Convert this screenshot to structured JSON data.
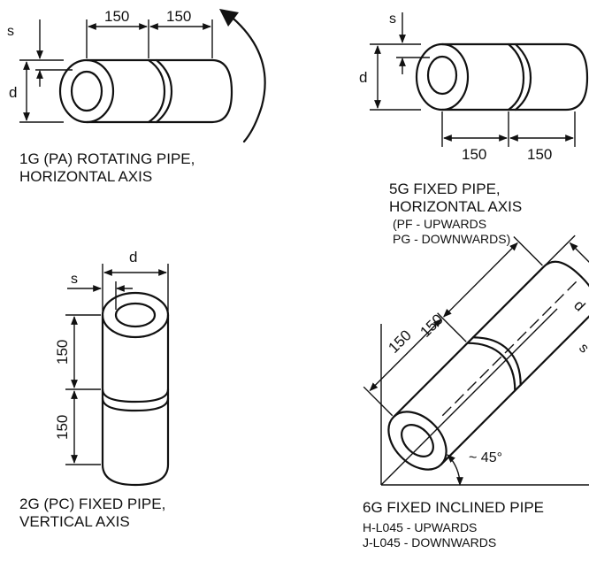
{
  "diagrams": {
    "g1": {
      "dim_s": "s",
      "dim_d": "d",
      "dim_left": "150",
      "dim_right": "150",
      "caption_line1": "1G (PA) ROTATING PIPE,",
      "caption_line2": "HORIZONTAL AXIS"
    },
    "g5": {
      "dim_s": "s",
      "dim_d": "d",
      "dim_left": "150",
      "dim_right": "150",
      "caption_line1": "5G FIXED PIPE,",
      "caption_line2": "HORIZONTAL AXIS",
      "caption_line3": "(PF - UPWARDS",
      "caption_line4": "PG - DOWNWARDS)"
    },
    "g2": {
      "dim_s": "s",
      "dim_d": "d",
      "dim_top": "150",
      "dim_bottom": "150",
      "caption_line1": "2G (PC) FIXED PIPE,",
      "caption_line2": "VERTICAL AXIS"
    },
    "g6": {
      "dim_d": "d",
      "dim_s": "s",
      "dim_left": "150",
      "dim_right": "150",
      "angle": "45°",
      "caption_line1": "6G FIXED INCLINED PIPE",
      "caption_line2": "H-L045 - UPWARDS",
      "caption_line3": "J-L045 - DOWNWARDS"
    }
  }
}
